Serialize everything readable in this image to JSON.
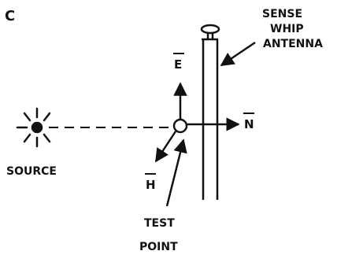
{
  "figure": {
    "panel_letter": "C"
  },
  "labels": {
    "antenna_line1": "SENSE",
    "antenna_line2": "WHIP",
    "antenna_line3": "ANTENNA",
    "source": "SOURCE",
    "test_point_line1": "TEST",
    "test_point_line2": "POINT",
    "e_field": "E",
    "h_field": "H",
    "n_vector": "N"
  },
  "icons": {
    "source": "radiating-sun-icon",
    "test_point": "open-circle-icon",
    "antenna": "whip-antenna-icon"
  },
  "colors": {
    "ink": "#111111",
    "background": "#ffffff"
  }
}
